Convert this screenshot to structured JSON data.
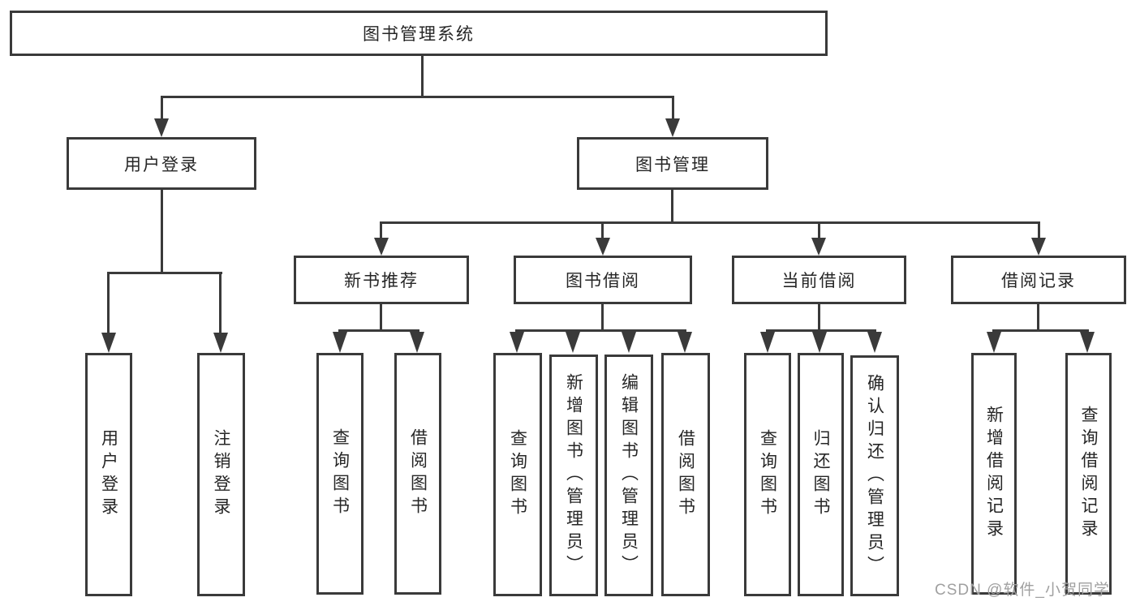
{
  "tree": {
    "root": {
      "label": "图书管理系统"
    },
    "level2": [
      {
        "label": "用户登录"
      },
      {
        "label": "图书管理"
      }
    ],
    "level3": [
      {
        "label": "新书推荐"
      },
      {
        "label": "图书借阅"
      },
      {
        "label": "当前借阅"
      },
      {
        "label": "借阅记录"
      }
    ],
    "leaves": {
      "user_login": [
        {
          "label": "用户登录"
        },
        {
          "label": "注销登录"
        }
      ],
      "new_book_rec": [
        {
          "label": "查询图书"
        },
        {
          "label": "借阅图书"
        }
      ],
      "book_borrow": [
        {
          "label": "查询图书"
        },
        {
          "label": "新增图书（管理员）"
        },
        {
          "label": "编辑图书（管理员）"
        },
        {
          "label": "借阅图书"
        }
      ],
      "current_borrow": [
        {
          "label": "查询图书"
        },
        {
          "label": "归还图书"
        },
        {
          "label": "确认归还（管理员）"
        }
      ],
      "borrow_records": [
        {
          "label": "新增借阅记录"
        },
        {
          "label": "查询借阅记录"
        }
      ]
    }
  },
  "watermark": {
    "text": "CSDN @软件_小贺同学"
  },
  "colors": {
    "line": "#3a3a3a",
    "text": "#262626",
    "watermark": "#a0a0a0",
    "background": "#ffffff"
  }
}
